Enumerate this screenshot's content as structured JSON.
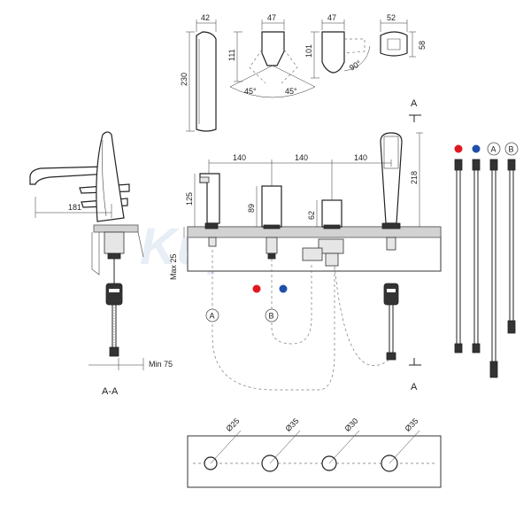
{
  "watermark": "Kupelne.SK",
  "top_views": {
    "width_1": "42",
    "height_1": "230",
    "width_2": "47",
    "height_2": "111",
    "angle_left": "45°",
    "angle_right": "45°",
    "width_3": "47",
    "height_3": "101",
    "angle_3": "90°",
    "width_4": "52",
    "height_4": "58"
  },
  "side_section": {
    "dim_reach": "181",
    "dim_deck_max": "Max 25",
    "dim_min": "Min 75",
    "label": "A-A"
  },
  "front_view": {
    "spacing_1": "140",
    "spacing_2": "140",
    "spacing_3": "140",
    "height_spout": "125",
    "height_knob_1": "89",
    "height_knob_2": "62",
    "height_shower": "218",
    "hose_a": "A",
    "hose_b": "B",
    "section_mark_top": "A",
    "section_mark_bottom": "A"
  },
  "hoses_legend": {
    "label_a": "A",
    "label_b": "B",
    "hot_color": "#e0191f",
    "cold_color": "#1f4fa8"
  },
  "hole_plan": {
    "d1": "Ø25",
    "d2": "Ø35",
    "d3": "Ø30",
    "d4": "Ø35"
  }
}
